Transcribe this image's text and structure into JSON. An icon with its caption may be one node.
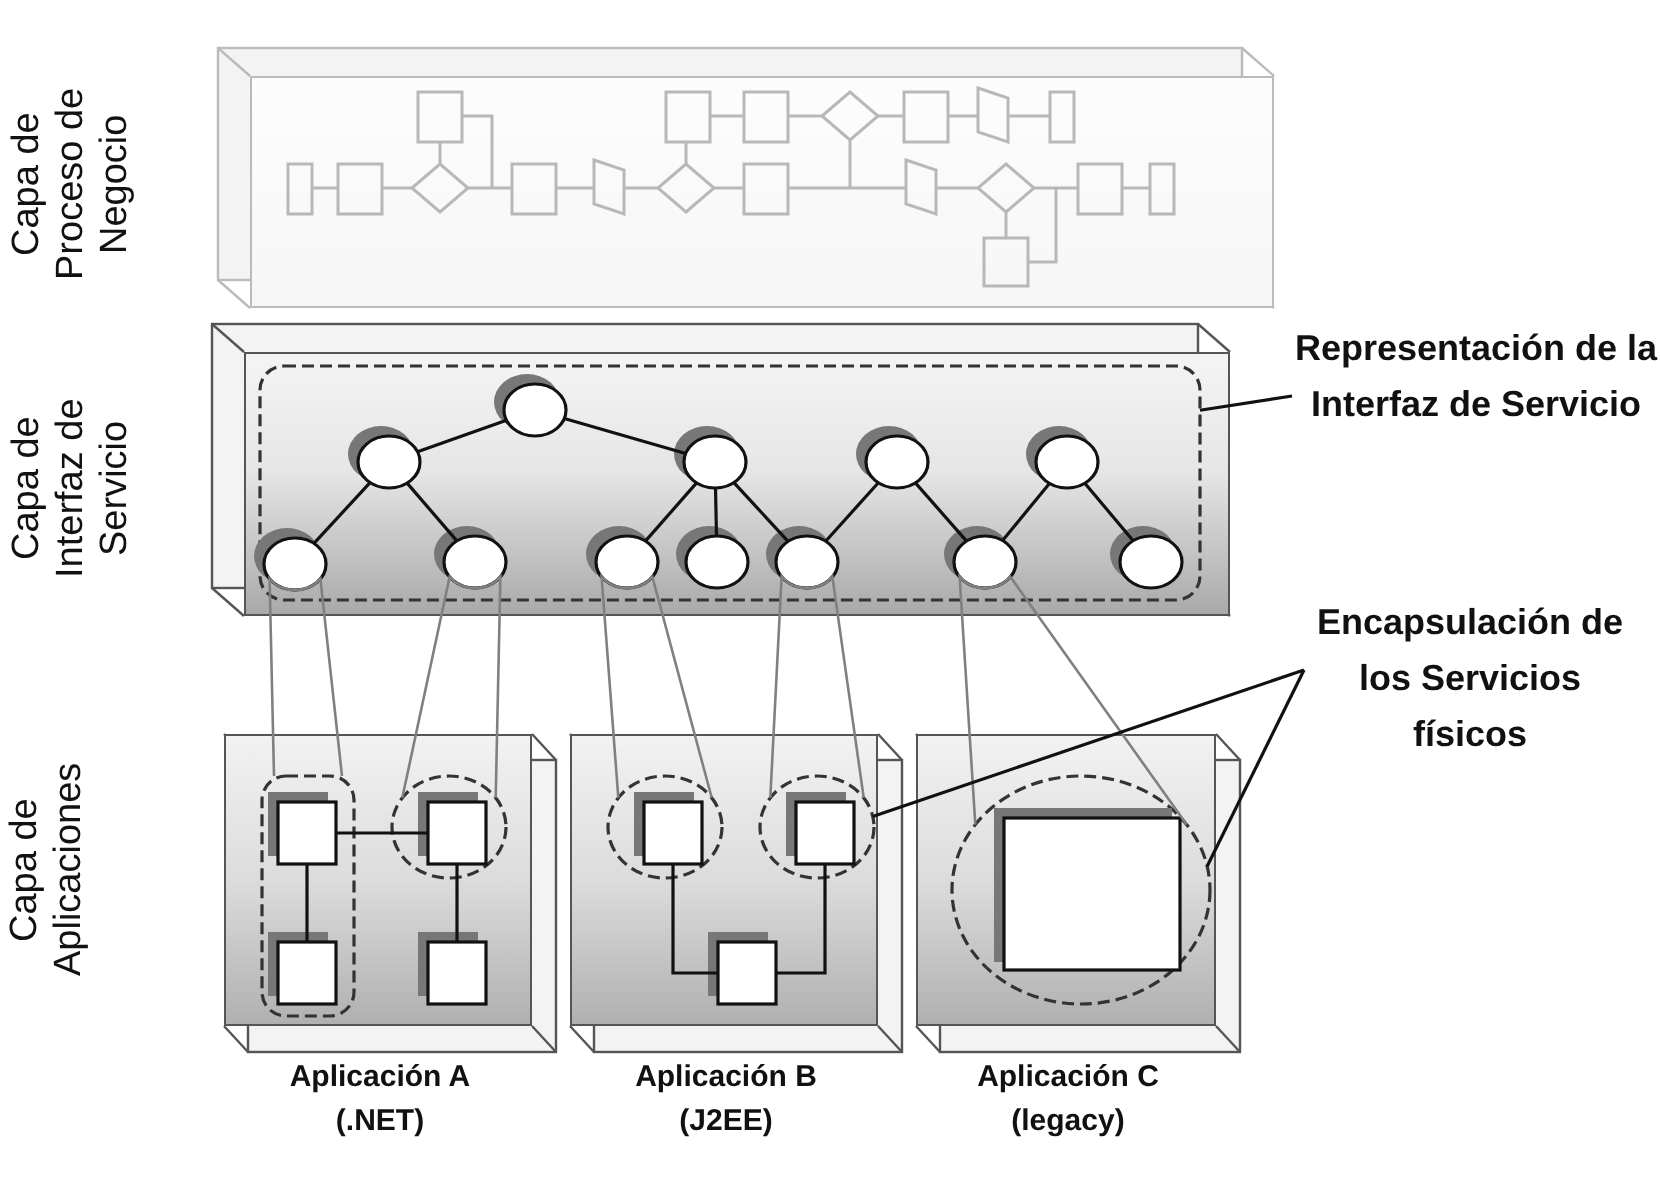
{
  "diagram": {
    "nodes": [
      {
        "text": [
          "Capa de Proceso de Negocio"
        ]
      },
      {
        "text": [
          "Capa de Interfaz de Servicio"
        ]
      },
      {
        "text": [],
        "shape": "box",
        "in": 1
      },
      {
        "text": [],
        "shape": "ellipse",
        "in": 2
      },
      {
        "text": [],
        "shape": "ellipse",
        "in": 2
      },
      {
        "text": [],
        "shape": "ellipse",
        "in": 2
      },
      {
        "text": [],
        "shape": "ellipse",
        "in": 2
      },
      {
        "text": [],
        "shape": "ellipse",
        "in": 2
      },
      {
        "text": [],
        "shape": "ellipse",
        "in": 2
      },
      {
        "text": [],
        "shape": "ellipse",
        "in": 2
      },
      {
        "text": [],
        "shape": "ellipse",
        "in": 2
      },
      {
        "text": [],
        "shape": "ellipse",
        "in": 2
      },
      {
        "text": [],
        "shape": "ellipse",
        "in": 2
      },
      {
        "text": [],
        "shape": "ellipse",
        "in": 2
      },
      {
        "text": [],
        "shape": "ellipse",
        "in": 2
      },
      {
        "text": [
          "Aplicación A (.NET)"
        ]
      },
      {
        "text": [],
        "shape": "box",
        "in": 15
      },
      {
        "text": [],
        "shape": "box",
        "in": 16
      },
      {
        "text": [],
        "shape": "box",
        "in": 16
      },
      {
        "text": [],
        "shape": "circle",
        "in": 15
      },
      {
        "text": [],
        "shape": "box",
        "in": 19
      },
      {
        "text": [],
        "shape": "box",
        "in": 15
      },
      {
        "text": [
          "Aplicación B (J2EE)"
        ]
      },
      {
        "text": [],
        "shape": "circle",
        "in": 22
      },
      {
        "text": [],
        "shape": "box",
        "in": 23
      },
      {
        "text": [],
        "shape": "circle",
        "in": 22
      },
      {
        "text": [],
        "shape": "box",
        "in": 25
      },
      {
        "text": [],
        "shape": "box",
        "in": 22
      },
      {
        "text": [
          "Aplicación C (legacy)"
        ]
      },
      {
        "text": [],
        "shape": "circle",
        "in": 28
      },
      {
        "text": [],
        "shape": "box",
        "in": 29
      },
      {
        "text": [
          "Representación de la Interfaz de Servicio"
        ]
      },
      {
        "text": [
          "Encapsulación de los Servicios físicos"
        ]
      }
    ],
    "edges": [
      {
        "from": 6,
        "to": 4,
        "arrow": "none"
      },
      {
        "from": 6,
        "to": 8,
        "arrow": "none"
      },
      {
        "from": 4,
        "to": 3,
        "arrow": "none"
      },
      {
        "from": 4,
        "to": 5,
        "arrow": "none"
      },
      {
        "from": 8,
        "to": 7,
        "arrow": "none"
      },
      {
        "from": 8,
        "to": 9,
        "arrow": "none"
      },
      {
        "from": 8,
        "to": 10,
        "arrow": "none"
      },
      {
        "from": 10,
        "to": 11,
        "arrow": "none"
      },
      {
        "from": 11,
        "to": 12,
        "arrow": "none"
      },
      {
        "from": 12,
        "to": 13,
        "arrow": "none"
      },
      {
        "from": 13,
        "to": 14,
        "arrow": "none"
      },
      {
        "from": 3,
        "to": 16,
        "arrow": "none",
        "color": "#808080"
      },
      {
        "from": 5,
        "to": 19,
        "arrow": "none",
        "color": "#808080"
      },
      {
        "from": 7,
        "to": 23,
        "arrow": "none",
        "color": "#808080"
      },
      {
        "from": 10,
        "to": 25,
        "arrow": "none",
        "color": "#808080"
      },
      {
        "from": 12,
        "to": 29,
        "arrow": "none",
        "color": "#808080"
      },
      {
        "from": 17,
        "to": 20,
        "arrow": "none"
      },
      {
        "from": 17,
        "to": 18,
        "arrow": "none"
      },
      {
        "from": 20,
        "to": 21,
        "arrow": "none"
      },
      {
        "from": 24,
        "to": 27,
        "arrow": "none"
      },
      {
        "from": 26,
        "to": 27,
        "arrow": "none"
      },
      {
        "from": 31,
        "to": 2,
        "arrow": "none"
      },
      {
        "from": 32,
        "to": 25,
        "arrow": "none"
      },
      {
        "from": 32,
        "to": 29,
        "arrow": "none"
      }
    ],
    "labels": [
      "Capa de Aplicaciones"
    ]
  }
}
